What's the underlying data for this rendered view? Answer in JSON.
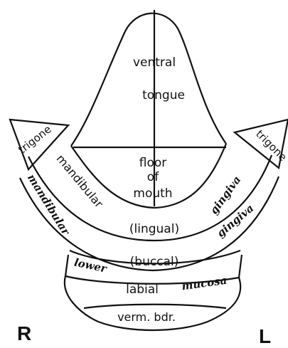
{
  "diagram": {
    "regions": {
      "ventral_1": "ventral",
      "ventral_2": "tongue",
      "floor_1": "floor",
      "floor_2": "of",
      "floor_3": "mouth",
      "lingual": "(lingual)",
      "buccal": "(buccal)",
      "mandibular_inner": "mandibular",
      "mandibular_outer": "mandibular",
      "gingiva_inner": "gingiva",
      "gingiva_outer": "gingiva",
      "trigone_left": "trigone",
      "trigone_right": "trigone",
      "lower": "lower",
      "labial": "labial",
      "mucosa": "mucosa",
      "verm": "verm. bdr."
    },
    "sides": {
      "right": "R",
      "left": "L"
    }
  }
}
